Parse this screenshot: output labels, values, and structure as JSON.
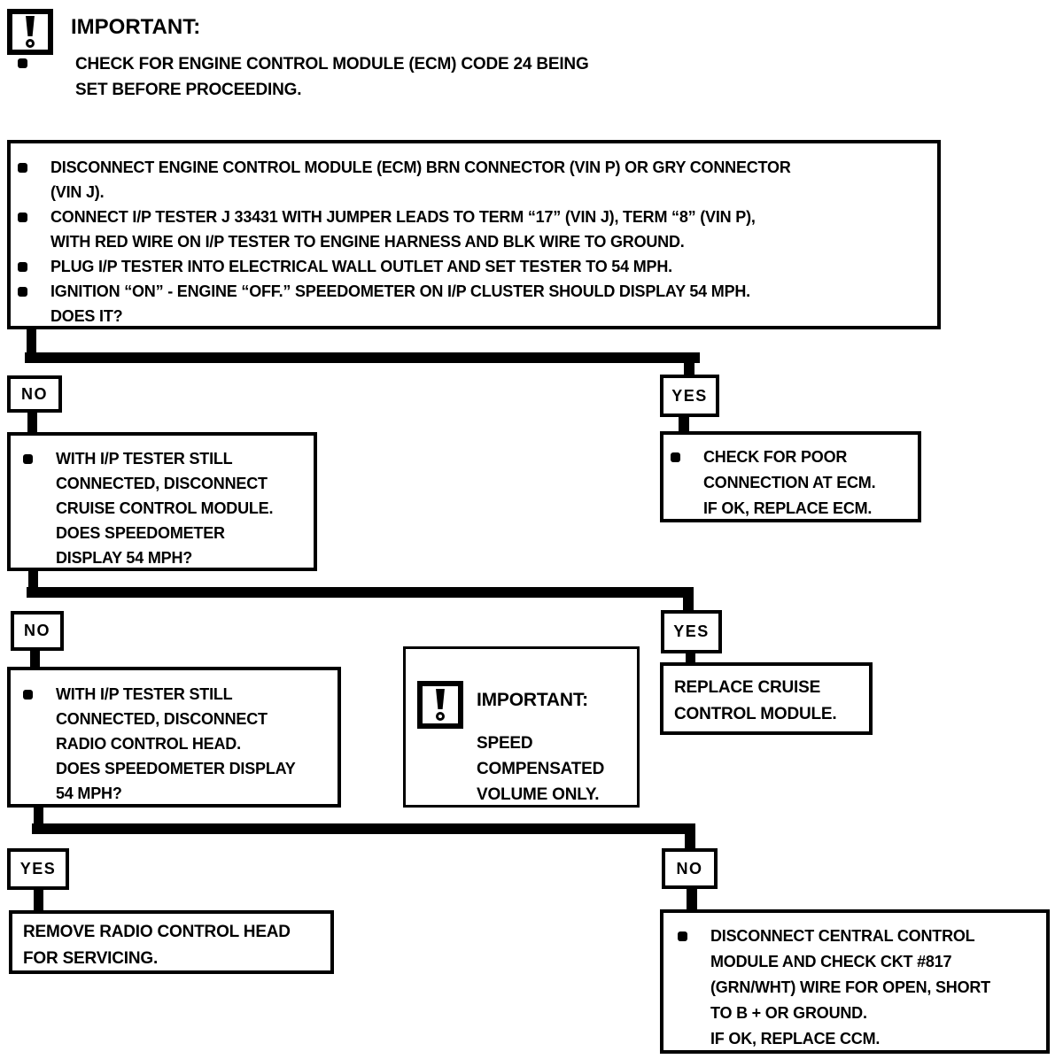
{
  "header": {
    "title": "IMPORTANT:",
    "note": "CHECK FOR ENGINE CONTROL MODULE (ECM) CODE 24 BEING\nSET BEFORE PROCEEDING."
  },
  "flow": {
    "procedure_box": {
      "bullets": [
        "DISCONNECT ENGINE CONTROL MODULE (ECM) BRN CONNECTOR (VIN P) OR GRY CONNECTOR\n(VIN J).",
        "CONNECT I/P TESTER J 33431 WITH JUMPER LEADS TO TERM “17” (VIN J), TERM “8” (VIN P),\nWITH RED WIRE ON I/P TESTER TO ENGINE HARNESS AND BLK WIRE TO GROUND.",
        "PLUG I/P TESTER INTO ELECTRICAL WALL OUTLET AND SET TESTER TO 54 MPH.",
        "IGNITION “ON” - ENGINE “OFF.”  SPEEDOMETER ON I/P CLUSTER SHOULD DISPLAY 54 MPH.\nDOES IT?"
      ]
    },
    "branch1": {
      "no": "NO",
      "yes": "YES"
    },
    "cruise_test_box": {
      "bullet": "WITH I/P TESTER STILL\nCONNECTED, DISCONNECT\nCRUISE CONTROL MODULE.\nDOES SPEEDOMETER\nDISPLAY 54 MPH?"
    },
    "ecm_check_box": {
      "bullet": "CHECK FOR POOR\nCONNECTION AT ECM.\nIF OK, REPLACE ECM."
    },
    "branch2": {
      "no": "NO",
      "yes": "YES"
    },
    "radio_test_box": {
      "bullet": "WITH I/P TESTER STILL\nCONNECTED, DISCONNECT\nRADIO CONTROL HEAD.\nDOES SPEEDOMETER DISPLAY\n54 MPH?"
    },
    "important_note_box": {
      "title": "IMPORTANT:",
      "body": "SPEED\nCOMPENSATED\nVOLUME ONLY."
    },
    "replace_cruise_box": {
      "text": "REPLACE CRUISE\nCONTROL MODULE."
    },
    "branch3": {
      "yes": "YES",
      "no": "NO"
    },
    "remove_radio_box": {
      "text": "REMOVE RADIO CONTROL HEAD\nFOR SERVICING."
    },
    "ccm_check_box": {
      "bullet": "DISCONNECT CENTRAL CONTROL\nMODULE AND CHECK CKT #817\n(GRN/WHT) WIRE FOR OPEN, SHORT\nTO B +  OR GROUND.\nIF OK, REPLACE CCM."
    }
  }
}
